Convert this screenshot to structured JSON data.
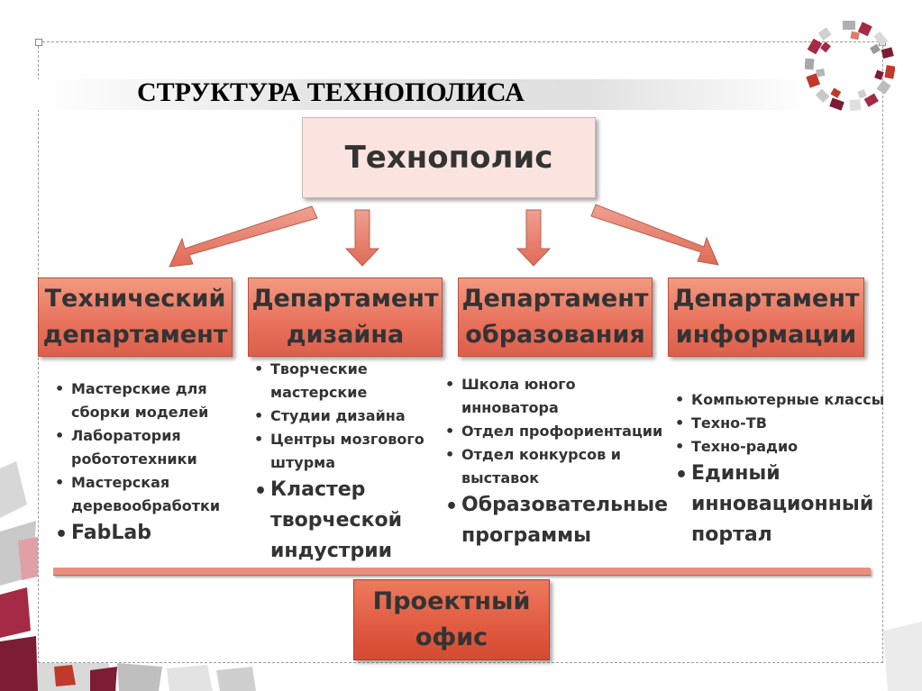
{
  "slide": {
    "title": "СТРУКТУРА ТЕХНОПОЛИСА"
  },
  "top": {
    "label": "Технополис"
  },
  "departments": [
    {
      "name": "Технический\nдепартамент",
      "items": [
        {
          "text": "Мастерские для сборки моделей",
          "big": false
        },
        {
          "text": "Лаборатория робототехники",
          "big": false
        },
        {
          "text": "Мастерская деревообработки",
          "big": false
        },
        {
          "text": "FabLab",
          "big": true
        }
      ]
    },
    {
      "name": "Департамент\nдизайна",
      "items": [
        {
          "text": "Творческие мастерские",
          "big": false
        },
        {
          "text": "Студии дизайна",
          "big": false
        },
        {
          "text": "Центры мозгового штурма",
          "big": false
        },
        {
          "text": "Кластер творческой индустрии",
          "big": true
        }
      ]
    },
    {
      "name": "Департамент\nобразования",
      "items": [
        {
          "text": "Школа юного инноватора",
          "big": false
        },
        {
          "text": "Отдел профориентации",
          "big": false
        },
        {
          "text": "Отдел конкурсов и выставок",
          "big": false
        },
        {
          "text": "Образовательные программы",
          "big": true
        }
      ]
    },
    {
      "name": "Департамент\nинформации",
      "items": [
        {
          "text": "Компьютерные классы",
          "big": false
        },
        {
          "text": "Техно-ТВ",
          "big": false
        },
        {
          "text": "Техно-радио",
          "big": false
        },
        {
          "text": "Единый инновационный портал",
          "big": true
        }
      ]
    }
  ],
  "bottom": {
    "label": "Проектный\nофис"
  },
  "colors": {
    "dept_fill": "#e8735d",
    "top_fill": "#fbe4e0",
    "arrow_fill": "#e8836f",
    "bar_fill": "#e88f80",
    "office_fill": "#e05a40"
  }
}
